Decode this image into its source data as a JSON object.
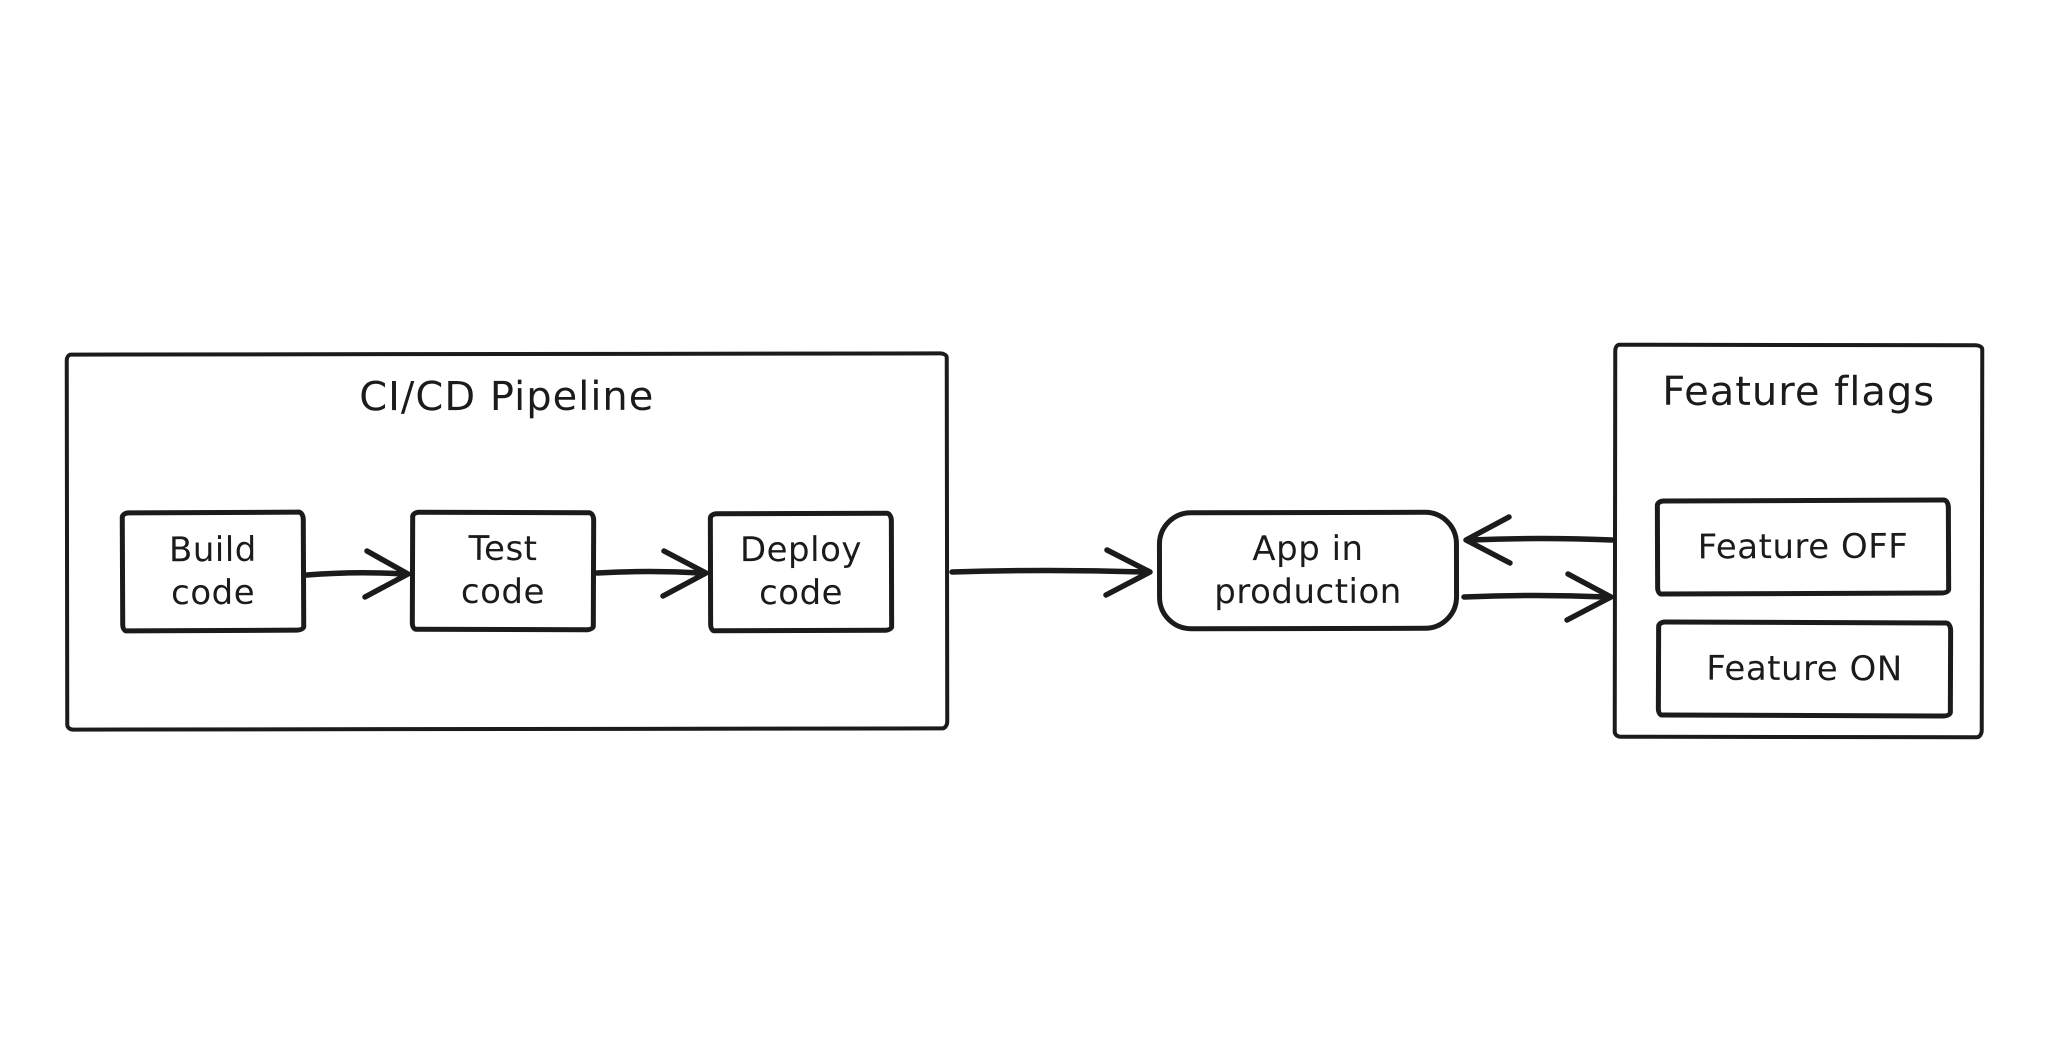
{
  "colors": {
    "ink": "#1b1b1b",
    "background": "#ffffff"
  },
  "pipeline": {
    "title": "CI/CD Pipeline",
    "steps": [
      {
        "line1": "Build",
        "line2": "code"
      },
      {
        "line1": "Test",
        "line2": "code"
      },
      {
        "line1": "Deploy",
        "line2": "code"
      }
    ]
  },
  "app": {
    "line1": "App in",
    "line2": "production"
  },
  "feature_flags": {
    "title": "Feature flags",
    "flags": [
      {
        "label": "Feature OFF"
      },
      {
        "label": "Feature ON"
      }
    ]
  }
}
